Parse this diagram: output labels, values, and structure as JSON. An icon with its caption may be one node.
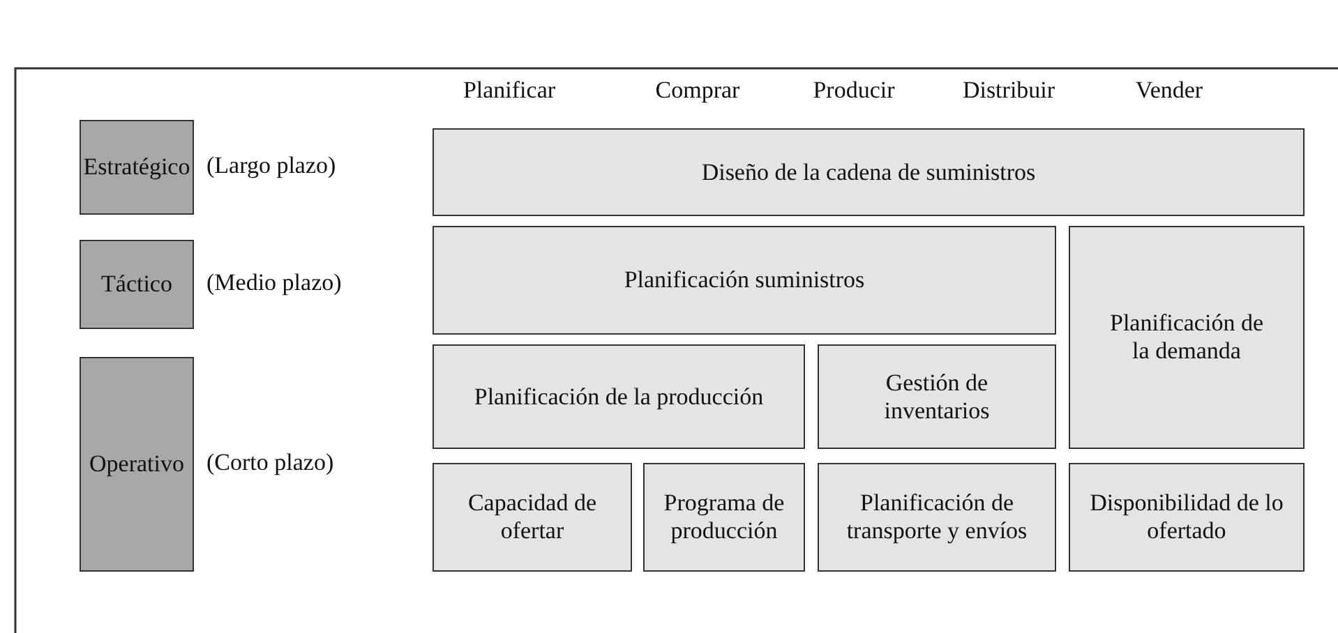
{
  "diagram": {
    "nodes": [
      {
        "text": [
          "Estratégico"
        ],
        "beside": [
          "(Largo plazo)"
        ]
      },
      {
        "text": [
          "Táctico"
        ],
        "beside": [
          "(Medio plazo)"
        ]
      },
      {
        "text": [
          "Operativo"
        ],
        "beside": [
          "(Corto plazo)"
        ]
      },
      {
        "text": [
          "Diseño de la cadena de suministros"
        ]
      },
      {
        "text": [
          "Planificación suministros"
        ]
      },
      {
        "text": [
          "Planificación de la demanda"
        ]
      },
      {
        "text": [
          "Planificación de la producción"
        ]
      },
      {
        "text": [
          "Gestión de inventarios"
        ]
      },
      {
        "text": [
          "Capacidad de ofertar"
        ]
      },
      {
        "text": [
          "Programa de producción"
        ]
      },
      {
        "text": [
          "Planificación de transporte y envíos"
        ]
      },
      {
        "text": [
          "Disponibilidad de lo ofertado"
        ]
      }
    ],
    "labels": [
      "Planificar",
      "Comprar",
      "Producir",
      "Distribuir",
      "Vender"
    ]
  }
}
